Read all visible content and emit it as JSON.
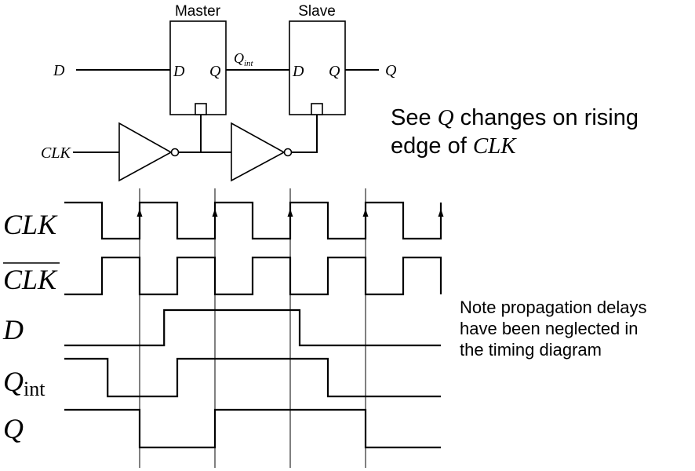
{
  "circuit": {
    "master_label": "Master",
    "slave_label": "Slave",
    "input_d": "D",
    "input_clk": "CLK",
    "output_q": "Q",
    "master_pin_d": "D",
    "master_pin_q": "Q",
    "slave_pin_d": "D",
    "slave_pin_q": "Q",
    "qint_base": "Q",
    "qint_sub": "int"
  },
  "note_rising": {
    "prefix": "See ",
    "symbol": "Q",
    "middle": " changes on rising",
    "line2_prefix": "edge of ",
    "line2_symbol": "CLK"
  },
  "note_delay": {
    "line1": "Note propagation delays",
    "line2": "have been neglected in",
    "line3": "the timing diagram"
  },
  "timing": {
    "signals": [
      {
        "name": "CLK",
        "label": "CLK",
        "overline": false,
        "start_level": 1,
        "transitions": [
          1.0,
          2.0,
          3.0,
          4.0,
          5.0,
          6.0,
          7.0,
          8.0,
          9.0,
          10.0
        ]
      },
      {
        "name": "CLK_bar",
        "label": "CLK",
        "overline": true,
        "start_level": 0,
        "transitions": [
          1.0,
          2.0,
          3.0,
          4.0,
          5.0,
          6.0,
          7.0,
          8.0,
          9.0,
          10.0
        ]
      },
      {
        "name": "D",
        "label": "D",
        "overline": false,
        "start_level": 0,
        "transitions": [
          2.65,
          6.25
        ]
      },
      {
        "name": "Qint",
        "label": "Q",
        "sub": "int",
        "overline": false,
        "start_level": 1,
        "transitions": [
          1.15,
          3.0,
          7.0
        ]
      },
      {
        "name": "Q",
        "label": "Q",
        "overline": false,
        "start_level": 1,
        "transitions": [
          2.0,
          4.0,
          8.0
        ]
      }
    ],
    "time_span": [
      0,
      10
    ],
    "rising_edges_marked": [
      2.0,
      4.0,
      6.0,
      8.0,
      10.0
    ],
    "clock_period": 2.0
  }
}
